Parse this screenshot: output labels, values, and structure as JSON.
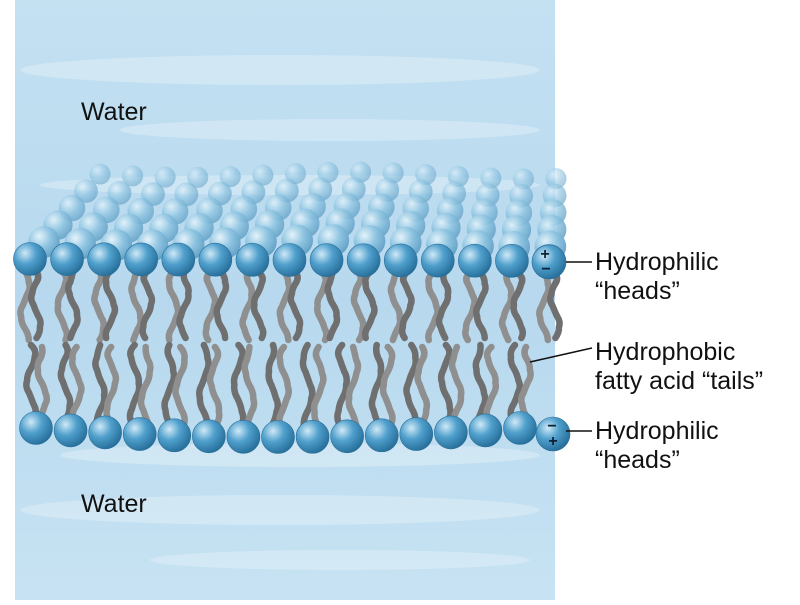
{
  "labels": {
    "water_top": "Water",
    "water_bottom": "Water",
    "heads_top": {
      "line1": "Hydrophilic",
      "line2": "“heads”"
    },
    "tails": {
      "line1": "Hydrophobic",
      "line2": "fatty acid “tails”"
    },
    "heads_bottom": {
      "line1": "Hydrophilic",
      "line2": "“heads”"
    }
  },
  "charges": {
    "top_head": [
      "+",
      "−"
    ],
    "bottom_head": [
      "−",
      "+"
    ]
  },
  "colors": {
    "water": "#bcdcf0",
    "water_light": "#e4f1f9",
    "head": "#4f9fcc",
    "head_dark": "#236a96",
    "head_light": "#cfe9f7",
    "tail": "#8f8f8f",
    "tail_dark": "#6f6f6f"
  }
}
